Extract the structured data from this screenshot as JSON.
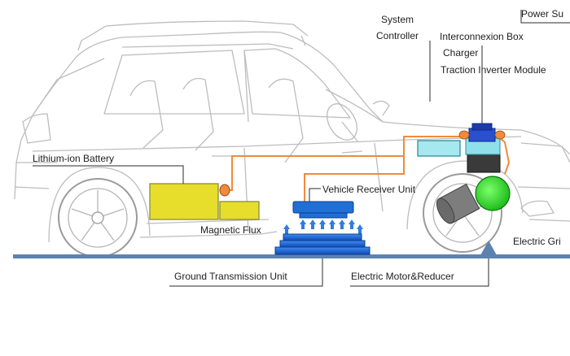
{
  "labels": {
    "system_controller": "System\nController",
    "power_supply": "Power Su",
    "interconnexion_box": "Interconnexion Box",
    "charger": "Charger",
    "traction_inverter": "Traction Inverter Module",
    "lithium_battery": "Lithium-ion Battery",
    "vehicle_receiver": "Vehicle Receiver Unit",
    "magnetic_flux": "Magnetic Flux",
    "electric_grid": "Electric Gri",
    "ground_transmission": "Ground Transmission Unit",
    "electric_motor": "Electric Motor&Reducer"
  },
  "colors": {
    "battery": "#e6de2a",
    "controller": "#a5e8ee",
    "receiver": "#1f6fd6",
    "motor": "#22cc22",
    "reducer": "#7d7d7d",
    "cable": "#f08a3c",
    "ground": "#5c82b0",
    "interconnexion": "#2a4fcf",
    "inverter": "#3a3a3a"
  }
}
